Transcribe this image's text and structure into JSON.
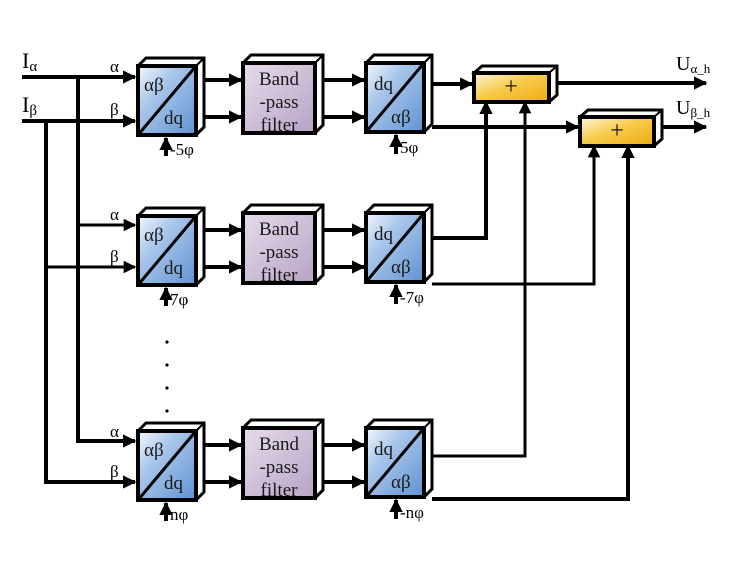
{
  "inputs": {
    "i_alpha": {
      "main": "I",
      "sub": "α"
    },
    "i_beta": {
      "main": "I",
      "sub": "β"
    }
  },
  "outputs": {
    "u_alpha": {
      "main": "U",
      "sub": "α_h"
    },
    "u_beta": {
      "main": "U",
      "sub": "β_h"
    }
  },
  "branch_labels": {
    "alpha": "α",
    "beta": "β"
  },
  "rows": [
    {
      "park": {
        "top": "αβ",
        "bottom": "dq",
        "angle": "-5φ"
      },
      "filter": {
        "line1": "Band",
        "line2": "-pass",
        "line3": "filter"
      },
      "inverse": {
        "top": "dq",
        "bottom": "αβ",
        "angle": "5φ"
      }
    },
    {
      "park": {
        "top": "αβ",
        "bottom": "dq",
        "angle": "7φ"
      },
      "filter": {
        "line1": "Band",
        "line2": "-pass",
        "line3": "filter"
      },
      "inverse": {
        "top": "dq",
        "bottom": "αβ",
        "angle": "-7φ"
      }
    },
    {
      "park": {
        "top": "αβ",
        "bottom": "dq",
        "angle": "nφ"
      },
      "filter": {
        "line1": "Band",
        "line2": "-pass",
        "line3": "filter"
      },
      "inverse": {
        "top": "dq",
        "bottom": "αβ",
        "angle": "-nφ"
      }
    }
  ],
  "summers": {
    "alpha": "+",
    "beta": "+"
  },
  "colors": {
    "park_block": "#6f9fd8",
    "filter_block": "#c3b0cf",
    "summer_block": "#f2b81c",
    "wire": "#000000"
  }
}
